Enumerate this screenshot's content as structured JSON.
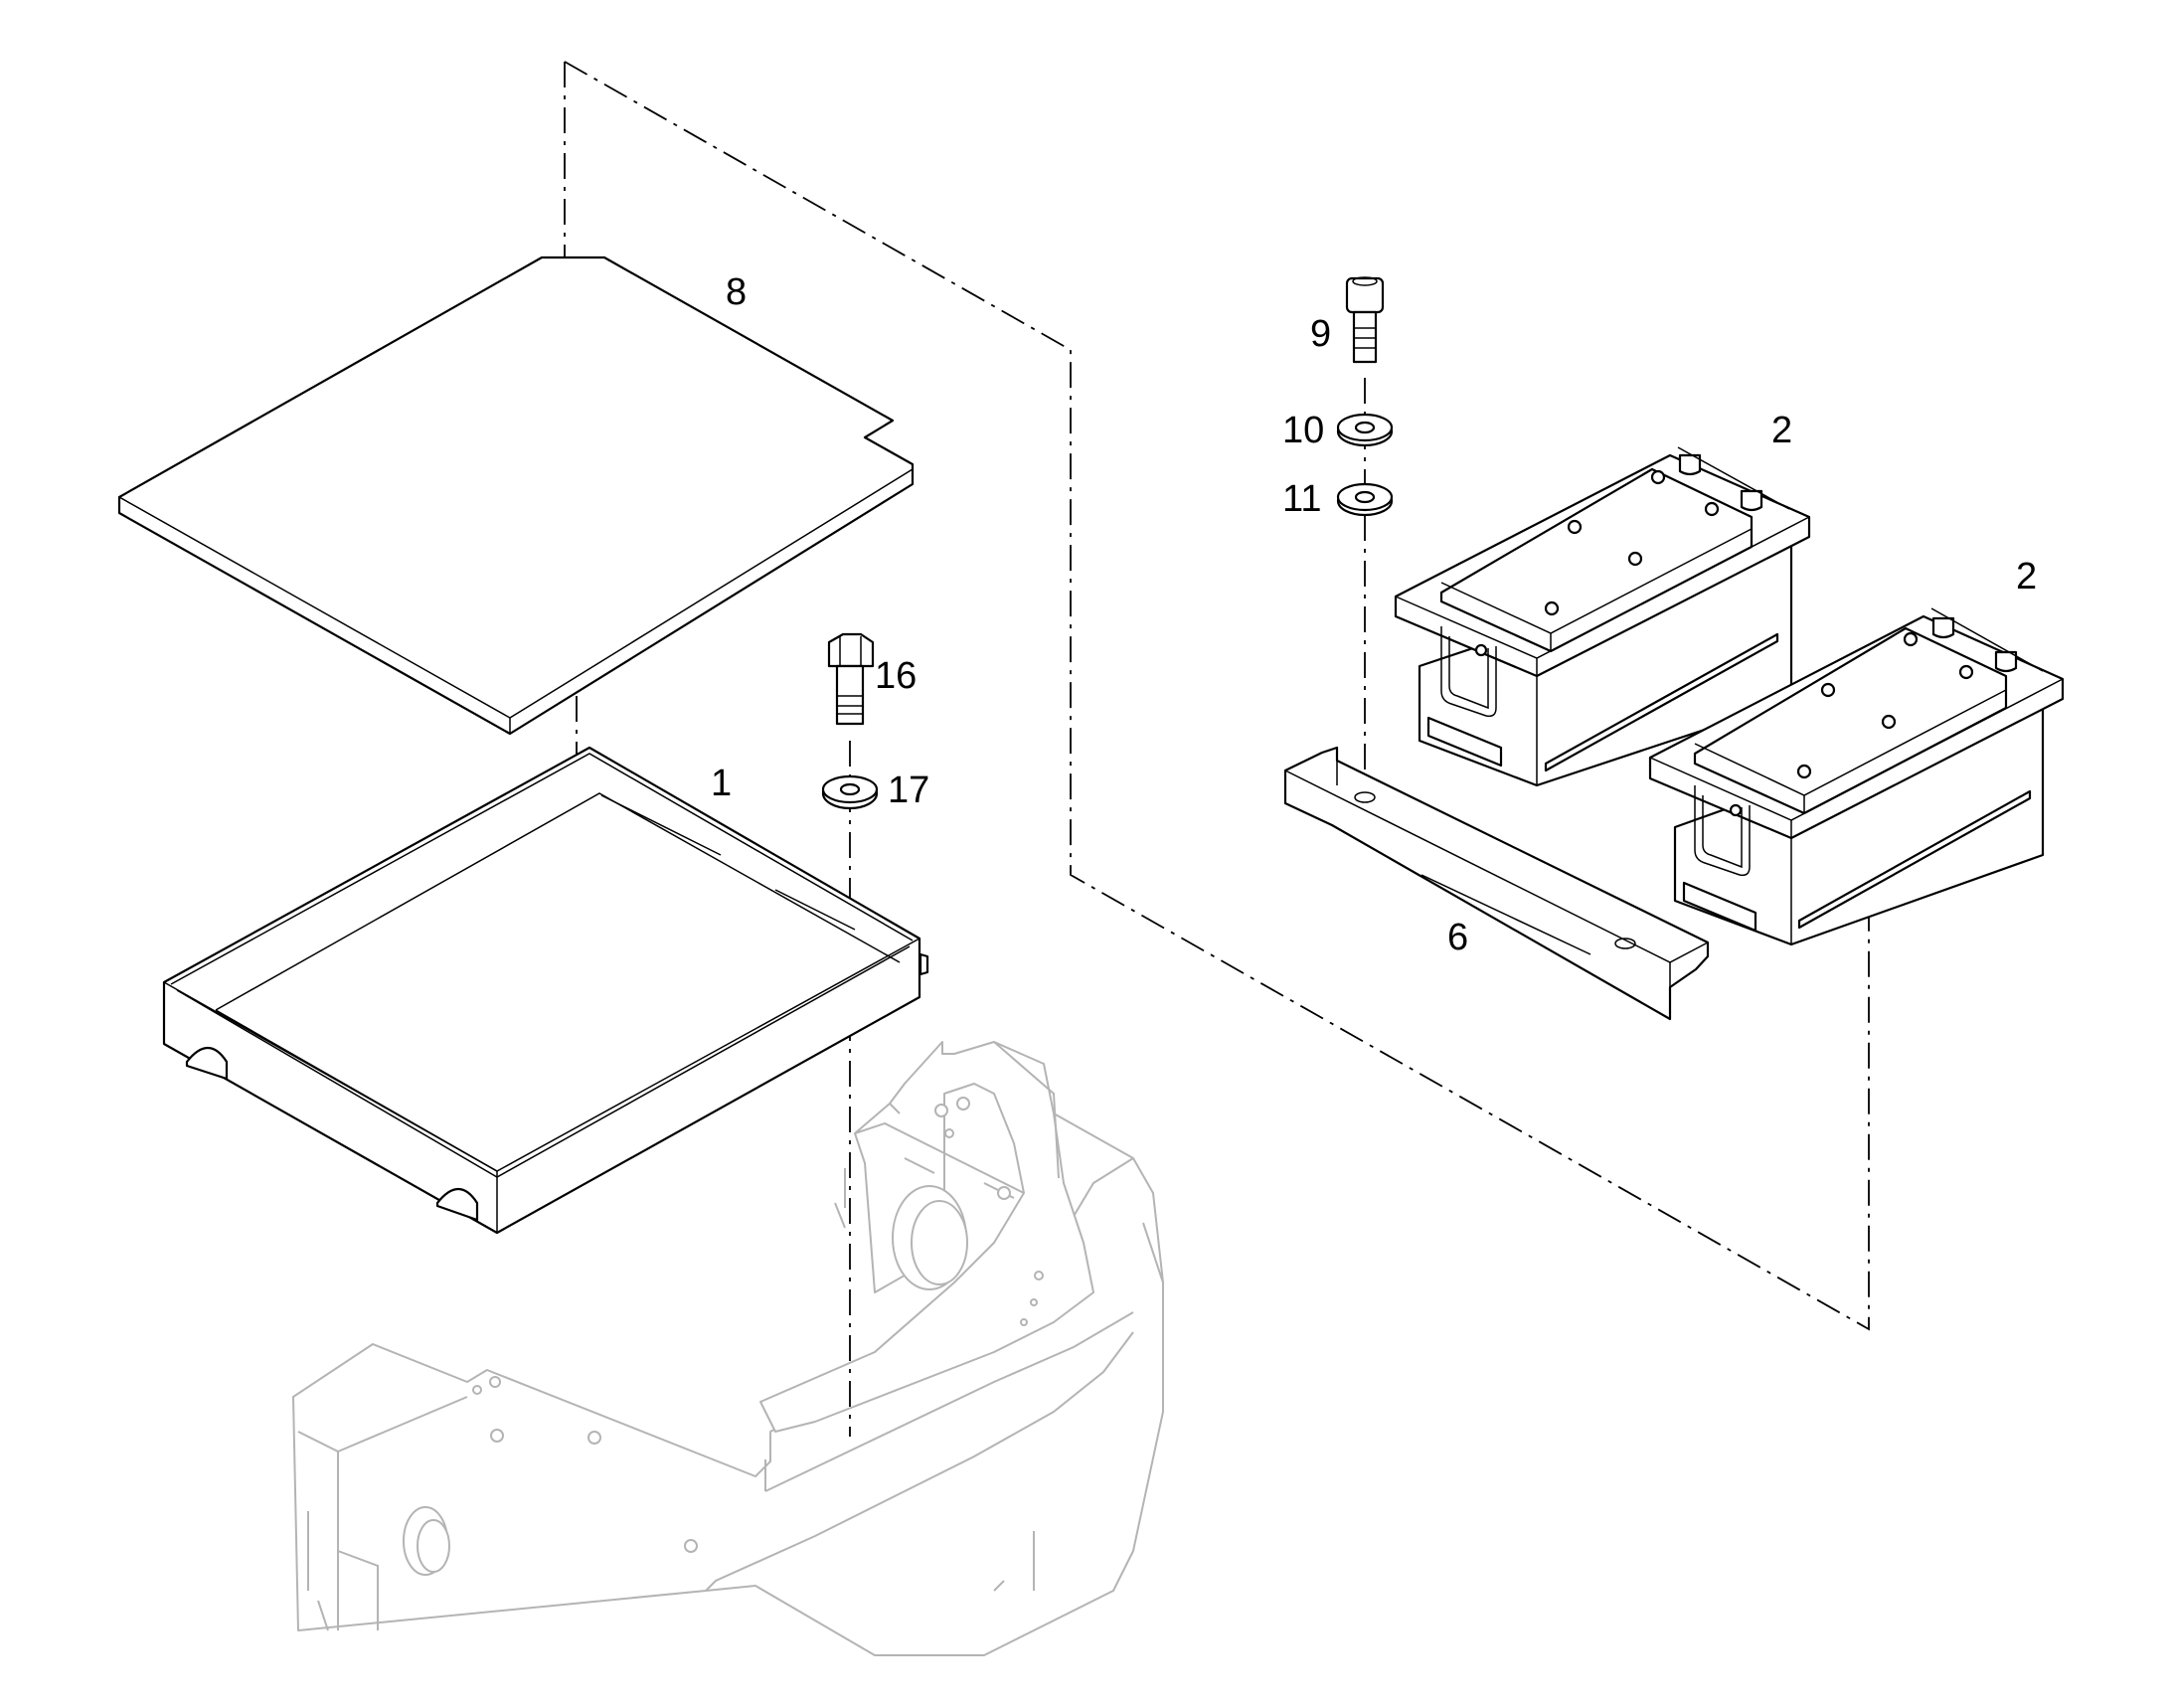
{
  "callouts": {
    "item_1": "1",
    "item_2a": "2",
    "item_2b": "2",
    "item_6": "6",
    "item_8": "8",
    "item_9": "9",
    "item_10": "10",
    "item_11": "11",
    "item_16": "16",
    "item_17": "17"
  },
  "colors": {
    "line": "#000000",
    "ghost": "#b4b4b4",
    "background": "#ffffff"
  }
}
